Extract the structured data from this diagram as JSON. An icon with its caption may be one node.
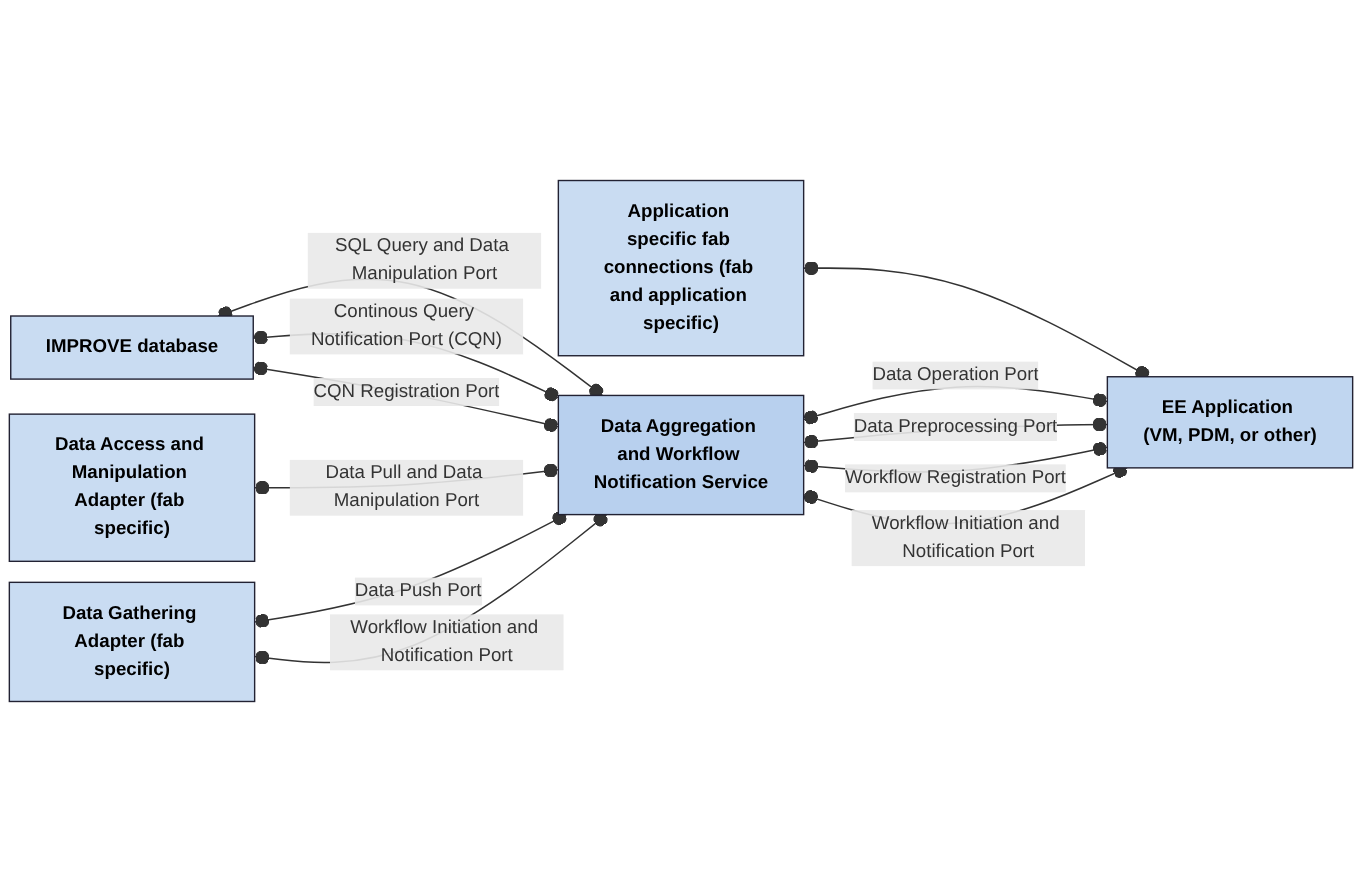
{
  "diagram": {
    "nodes": [
      {
        "text": [
          "IMPROVE database"
        ]
      },
      {
        "text": [
          "Application specific fab connections (fab and application specific)"
        ]
      },
      {
        "text": [
          "Data Access and Manipulation Adapter (fab specific)"
        ]
      },
      {
        "text": [
          "Data Aggregation and Workflow Notification Service"
        ]
      },
      {
        "text": [
          "EE Application (VM, PDM, or other)"
        ]
      },
      {
        "text": [
          "Data Gathering Adapter (fab specific)"
        ]
      }
    ],
    "edges": [
      {
        "from": 0,
        "to": 3,
        "arrow": "other",
        "label": "SQL Query and Data Manipulation Port"
      },
      {
        "from": 0,
        "to": 3,
        "arrow": "other",
        "label": "Continous Query Notification Port (CQN)"
      },
      {
        "from": 0,
        "to": 3,
        "arrow": "other",
        "label": "CQN Registration Port"
      },
      {
        "from": 1,
        "to": 4,
        "arrow": "other"
      },
      {
        "from": 2,
        "to": 3,
        "arrow": "other",
        "label": "Data Pull and Data Manipulation Port"
      },
      {
        "from": 3,
        "to": 4,
        "arrow": "other",
        "label": "Data Operation Port"
      },
      {
        "from": 3,
        "to": 4,
        "arrow": "other",
        "label": "Data Preprocessing Port"
      },
      {
        "from": 5,
        "to": 3,
        "arrow": "other",
        "label": "Data Push Port"
      },
      {
        "from": 3,
        "to": 4,
        "arrow": "other",
        "label": "Workflow Registration Port"
      },
      {
        "from": 5,
        "to": 3,
        "arrow": "other",
        "label": "Workflow Initiation and Notification Port"
      },
      {
        "from": 3,
        "to": 4,
        "arrow": "other",
        "label": "Workflow Initiation and Notification Port"
      }
    ]
  }
}
